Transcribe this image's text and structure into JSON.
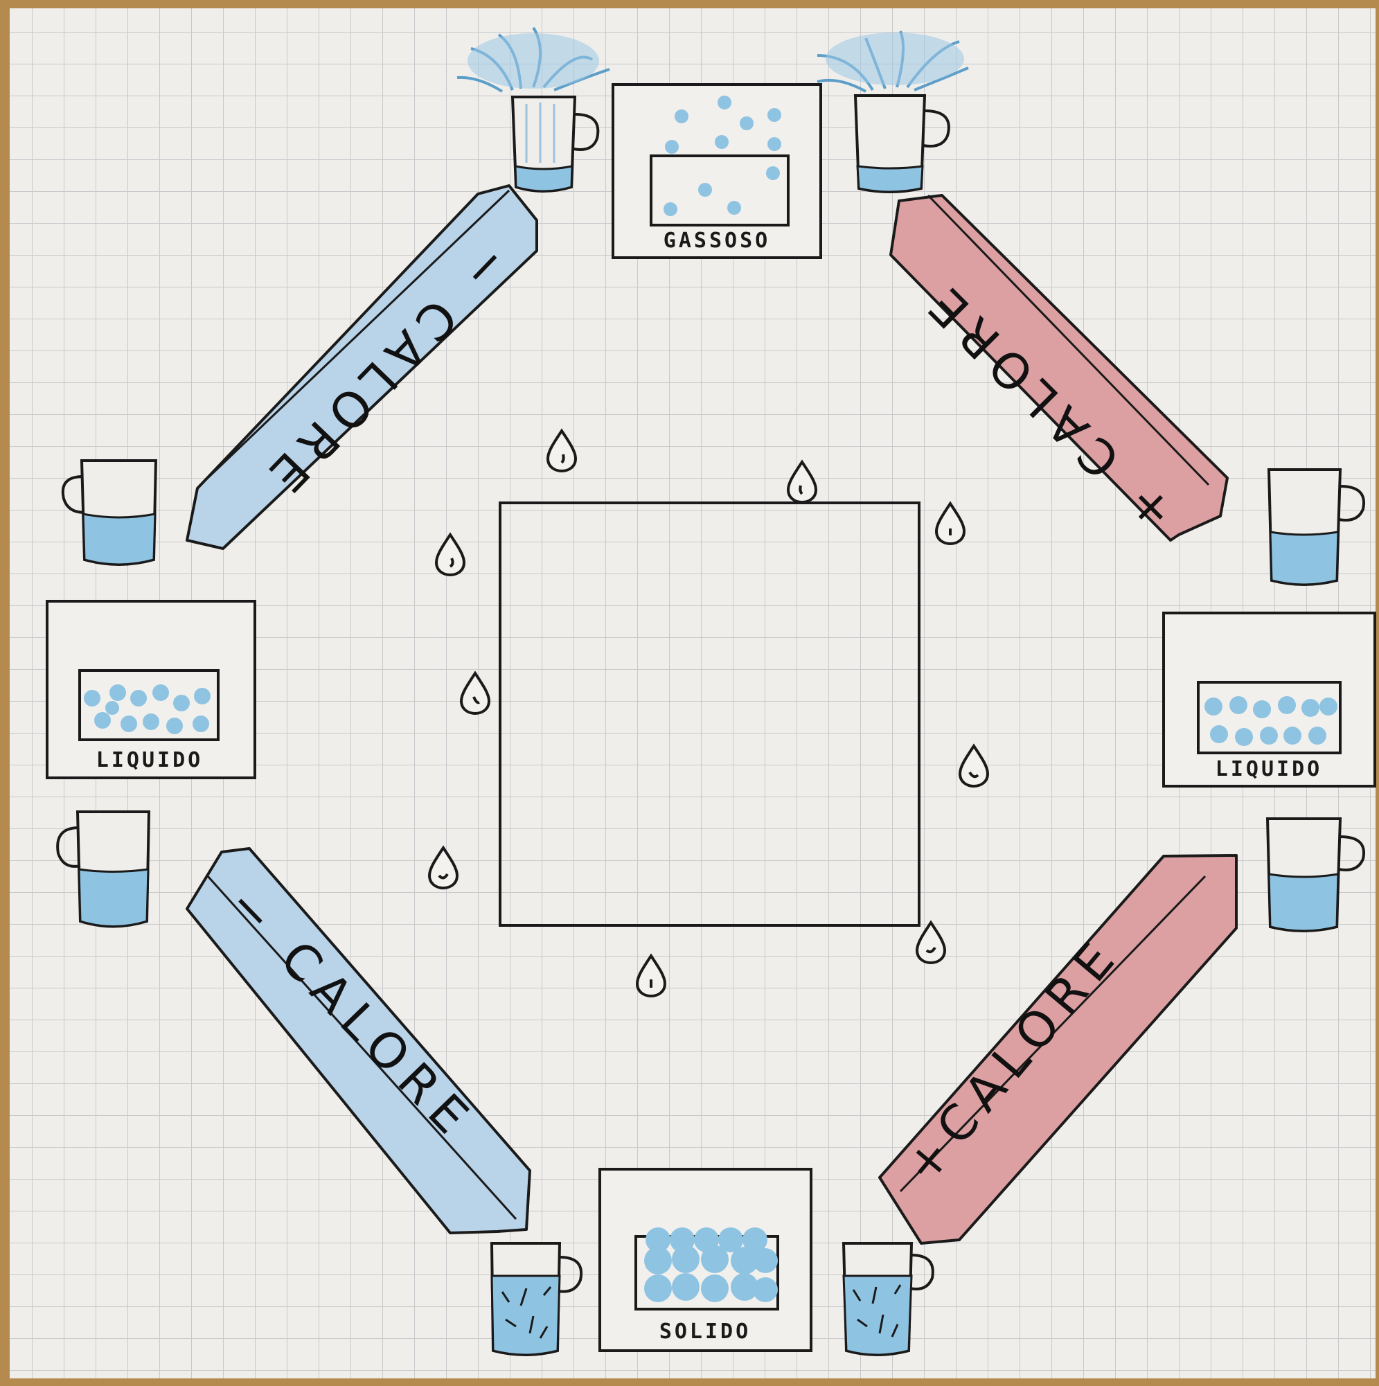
{
  "states": {
    "gas": "GASSOSO",
    "liquid_left": "LIQUIDO",
    "liquid_right": "LIQUIDO",
    "solid": "SOLIDO"
  },
  "arrows": {
    "top_left": "− CALORE",
    "top_right": "+ CALORE",
    "bottom_left": "− CALORE",
    "bottom_right": "+CALORE"
  },
  "colors": {
    "paper": "#efeeea",
    "grid": "#c9c9cc",
    "water": "#8fc3e2",
    "cold_arrow": "#b9d3e9",
    "hot_arrow": "#dda0a2",
    "ink": "#1a1a1a"
  },
  "icons": [
    "mug-steam-icon",
    "mug-water-icon",
    "mug-ice-icon",
    "water-drop-icon"
  ]
}
